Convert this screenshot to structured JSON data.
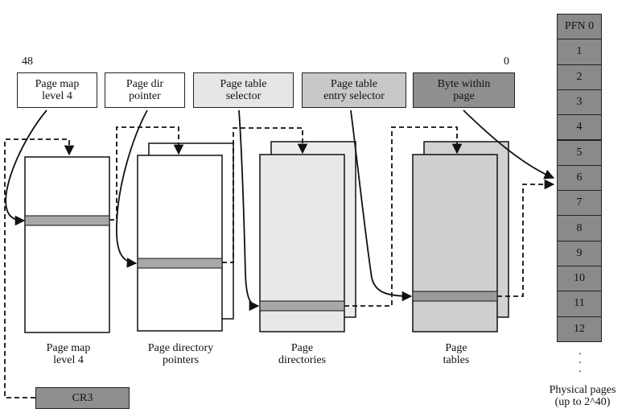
{
  "bit_high": "48",
  "bit_low": "0",
  "fields": [
    {
      "label": "Page map\nlevel 4"
    },
    {
      "label": "Page dir\npointer"
    },
    {
      "label": "Page table\nselector"
    },
    {
      "label": "Page table\nentry selector"
    },
    {
      "label": "Byte within\npage"
    }
  ],
  "captions": [
    "Page map\nlevel 4",
    "Page directory\npointers",
    "Page\ndirectories",
    "Page\ntables",
    "Physical pages\n(up to 2^40)"
  ],
  "cr3_label": "CR3",
  "pfn_cells": [
    "PFN 0",
    "1",
    "2",
    "3",
    "4",
    "5",
    "6",
    "7",
    "8",
    "9",
    "10",
    "11",
    "12"
  ],
  "ellipsis": ".\n.\n."
}
